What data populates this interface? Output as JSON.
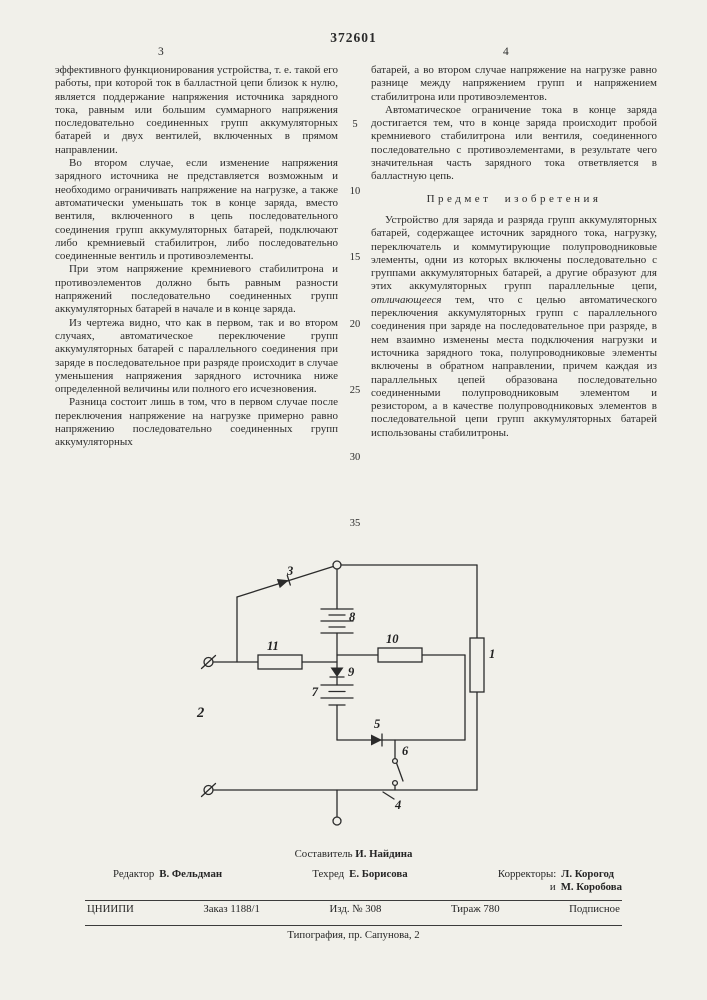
{
  "header": {
    "patent_number": "372601",
    "left_column_number": "3",
    "right_column_number": "4"
  },
  "left_column": {
    "paragraphs": [
      "эффективного функционирования устройства, т. е. такой его работы, при которой ток в балластной цепи близок к нулю, является поддержание напряжения источника зарядного тока, равным или большим суммарного напряжения последовательно соединенных групп аккумуляторных батарей и двух вентилей, включенных в прямом направлении.",
      "Во втором случае, если изменение напряжения зарядного источника не представляется возможным и необходимо ограничивать напряжение на нагрузке, а также автоматически уменьшать ток в конце заряда, вместо вентиля, включенного в цепь последовательного соединения групп аккумуляторных батарей, подключают либо кремниевый стабилитрон, либо последовательно соединенные вентиль и противоэлементы.",
      "При этом напряжение кремниевого стабилитрона и противоэлементов должно быть равным разности напряжений последовательно соединенных групп аккумуляторных батарей в начале и в конце заряда.",
      "Из чертежа видно, что как в первом, так и во втором случаях, автоматическое переключение групп аккумуляторных батарей с параллельного соединения при заряде в последовательное при разряде происходит в случае уменьшения напряжения зарядного источника ниже определенной величины или полного его исчезновения.",
      "Разница состоит лишь в том, что в первом случае после переключения напряжение на нагрузке примерно равно напряжению последовательно соединенных групп аккумуляторных"
    ]
  },
  "gutter": {
    "line_numbers": [
      "5",
      "10",
      "15",
      "20",
      "25",
      "30",
      "35"
    ]
  },
  "right_column": {
    "paragraphs": [
      "батарей, а во втором случае напряжение на нагрузке равно разнице между напряжением групп и напряжением стабилитрона или противоэлементов.",
      "Автоматическое ограничение тока в конце заряда достигается тем, что в конце заряда происходит пробой кремниевого стабилитрона или вентиля, соединенного последовательно с противоэлементами, в результате чего значительная часть зарядного тока ответвляется в балластную цепь."
    ],
    "heading": "Предмет изобретения",
    "claim_pre": "Устройство для заряда и разряда групп аккумуляторных батарей, содержащее источник зарядного тока, нагрузку, переключатель и коммутирующие полупроводниковые элементы, одни из которых включены последовательно с группами аккумуляторных батарей, а другие образуют для этих аккумуляторных групп параллельные цепи, ",
    "claim_italic": "отличающееся",
    "claim_post": " тем, что с целью автоматического переключения аккумуляторных групп с параллельного соединения при заряде на последовательное при разряде, в нем взаимно изменены места подключения нагрузки и источника зарядного тока, полупроводниковые элементы включены в обратном направлении, причем каждая из параллельных цепей образована последовательно соединенными полупроводниковым элементом и резистором, а в качестве полупроводниковых элементов в последовательной цепи групп аккумуляторных батарей использованы стабилитроны."
  },
  "diagram": {
    "labels": {
      "l1": "1",
      "l2": "2",
      "l3": "3",
      "l4": "4",
      "l5": "5",
      "l6": "6",
      "l7": "7",
      "l8": "8",
      "l9": "9",
      "l10": "10",
      "l11": "11"
    }
  },
  "footer": {
    "compiler_role": "Составитель",
    "compiler_name": "И. Найдина",
    "editor_role": "Редактор",
    "editor_name": "В. Фельдман",
    "techred_role": "Техред",
    "techred_name": "Е. Борисова",
    "correctors_role": "Корректоры:",
    "correctors_name1": "Л. Корогод",
    "correctors_conj": "и",
    "correctors_name2": "М. Коробова",
    "org": "ЦНИИПИ",
    "order": "Заказ 1188/1",
    "issue": "Изд. № 308",
    "circulation": "Тираж 780",
    "subscription": "Подписное",
    "printing_house": "Типография, пр. Сапунова, 2"
  }
}
